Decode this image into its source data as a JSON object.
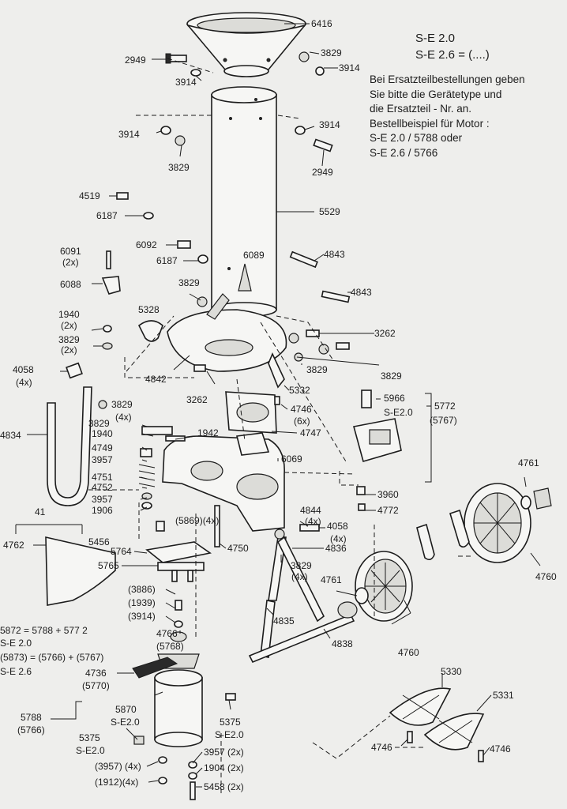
{
  "header": {
    "model_lines": [
      "S-E 2.0",
      "S-E 2.6 = (....)"
    ],
    "note_lines": [
      "Bei Ersatzteilbestellungen geben",
      "Sie bitte die Gerätetype und",
      "die Ersatzteil - Nr. an.",
      "Bestellbeispiel für Motor :",
      "S-E 2.0 / 5788   oder",
      "S-E 2.6 / 5766"
    ]
  },
  "labels": [
    {
      "id": "6416",
      "text": "6416"
    },
    {
      "id": "2949a",
      "text": "2949"
    },
    {
      "id": "3829a",
      "text": "3829"
    },
    {
      "id": "3914a",
      "text": "3914"
    },
    {
      "id": "3914b",
      "text": "3914"
    },
    {
      "id": "3914c",
      "text": "3914"
    },
    {
      "id": "3914d",
      "text": "3914"
    },
    {
      "id": "3829b",
      "text": "3829"
    },
    {
      "id": "2949b",
      "text": "2949"
    },
    {
      "id": "4519",
      "text": "4519"
    },
    {
      "id": "6187a",
      "text": "6187"
    },
    {
      "id": "5529",
      "text": "5529"
    },
    {
      "id": "6091",
      "text": "6091"
    },
    {
      "id": "6091q",
      "text": "(2x)"
    },
    {
      "id": "6092",
      "text": "6092"
    },
    {
      "id": "6187b",
      "text": "6187"
    },
    {
      "id": "6089",
      "text": "6089"
    },
    {
      "id": "4843a",
      "text": "4843"
    },
    {
      "id": "6088",
      "text": "6088"
    },
    {
      "id": "3829c",
      "text": "3829"
    },
    {
      "id": "4843b",
      "text": "4843"
    },
    {
      "id": "5328",
      "text": "5328"
    },
    {
      "id": "1940a",
      "text": "1940"
    },
    {
      "id": "1940q",
      "text": "(2x)"
    },
    {
      "id": "3829d",
      "text": "3829"
    },
    {
      "id": "3829dq",
      "text": "(2x)"
    },
    {
      "id": "3262a",
      "text": "3262"
    },
    {
      "id": "4058a",
      "text": "4058"
    },
    {
      "id": "4058aq",
      "text": "(4x)"
    },
    {
      "id": "4842",
      "text": "4842"
    },
    {
      "id": "3829e",
      "text": "3829"
    },
    {
      "id": "3829f",
      "text": "3829"
    },
    {
      "id": "5332",
      "text": "5332"
    },
    {
      "id": "3262b",
      "text": "3262"
    },
    {
      "id": "3829g",
      "text": "3829"
    },
    {
      "id": "3829h",
      "text": "3829"
    },
    {
      "id": "3829hq",
      "text": "(4x)"
    },
    {
      "id": "4746a",
      "text": "4746"
    },
    {
      "id": "4746aq",
      "text": "(6x)"
    },
    {
      "id": "5966",
      "text": "5966"
    },
    {
      "id": "5966s",
      "text": "S-E2.0"
    },
    {
      "id": "5772",
      "text": "5772"
    },
    {
      "id": "5767",
      "text": "(5767)"
    },
    {
      "id": "4834",
      "text": "4834"
    },
    {
      "id": "1940b",
      "text": "1940"
    },
    {
      "id": "1942",
      "text": "1942"
    },
    {
      "id": "4747",
      "text": "4747"
    },
    {
      "id": "4749",
      "text": "4749"
    },
    {
      "id": "3957a",
      "text": "3957"
    },
    {
      "id": "6069",
      "text": "6069"
    },
    {
      "id": "4761a",
      "text": "4761"
    },
    {
      "id": "4751",
      "text": "4751"
    },
    {
      "id": "4752",
      "text": "4752"
    },
    {
      "id": "3957b",
      "text": "3957"
    },
    {
      "id": "1906",
      "text": "1906"
    },
    {
      "id": "3960",
      "text": "3960"
    },
    {
      "id": "4772",
      "text": "4772"
    },
    {
      "id": "41",
      "text": "41"
    },
    {
      "id": "4844",
      "text": "4844"
    },
    {
      "id": "4844q",
      "text": "(4x)"
    },
    {
      "id": "5869",
      "text": "(5869)(4x)"
    },
    {
      "id": "4058b",
      "text": "4058"
    },
    {
      "id": "4058bq",
      "text": "(4x)"
    },
    {
      "id": "4762",
      "text": "4762"
    },
    {
      "id": "5456",
      "text": "5456"
    },
    {
      "id": "5764",
      "text": "5764"
    },
    {
      "id": "4750",
      "text": "4750"
    },
    {
      "id": "4836",
      "text": "4836"
    },
    {
      "id": "4760a",
      "text": "4760"
    },
    {
      "id": "5765",
      "text": "5765"
    },
    {
      "id": "3829i",
      "text": "3829"
    },
    {
      "id": "3829iq",
      "text": "(4x)"
    },
    {
      "id": "4761b",
      "text": "4761"
    },
    {
      "id": "3886",
      "text": "(3886)"
    },
    {
      "id": "1939",
      "text": "(1939)"
    },
    {
      "id": "3914e",
      "text": "(3914)"
    },
    {
      "id": "5872",
      "text": "5872 = 5788 + 577 2"
    },
    {
      "id": "se20a",
      "text": "S-E 2.0"
    },
    {
      "id": "4766",
      "text": "4766"
    },
    {
      "id": "5768",
      "text": "(5768)"
    },
    {
      "id": "4835",
      "text": "4835"
    },
    {
      "id": "5873",
      "text": "(5873) = (5766) + (5767)"
    },
    {
      "id": "se26",
      "text": "S-E 2.6"
    },
    {
      "id": "4838",
      "text": "4838"
    },
    {
      "id": "4760b",
      "text": "4760"
    },
    {
      "id": "4736",
      "text": "4736"
    },
    {
      "id": "5770",
      "text": "(5770)"
    },
    {
      "id": "5330",
      "text": "5330"
    },
    {
      "id": "5331",
      "text": "5331"
    },
    {
      "id": "5870",
      "text": "5870"
    },
    {
      "id": "se20b",
      "text": "S-E2.0"
    },
    {
      "id": "5375a",
      "text": "5375"
    },
    {
      "id": "se20c",
      "text": "S-E2.0"
    },
    {
      "id": "5788",
      "text": "5788"
    },
    {
      "id": "5766",
      "text": "(5766)"
    },
    {
      "id": "5375b",
      "text": "5375"
    },
    {
      "id": "se20d",
      "text": "S-E2.0"
    },
    {
      "id": "3957c",
      "text": "3957 (2x)"
    },
    {
      "id": "3957d",
      "text": "(3957) (4x)"
    },
    {
      "id": "1904",
      "text": "1904 (2x)"
    },
    {
      "id": "1912",
      "text": "(1912)(4x)"
    },
    {
      "id": "5458",
      "text": "5458 (2x)"
    },
    {
      "id": "4746b",
      "text": "4746"
    },
    {
      "id": "4746c",
      "text": "4746"
    }
  ]
}
